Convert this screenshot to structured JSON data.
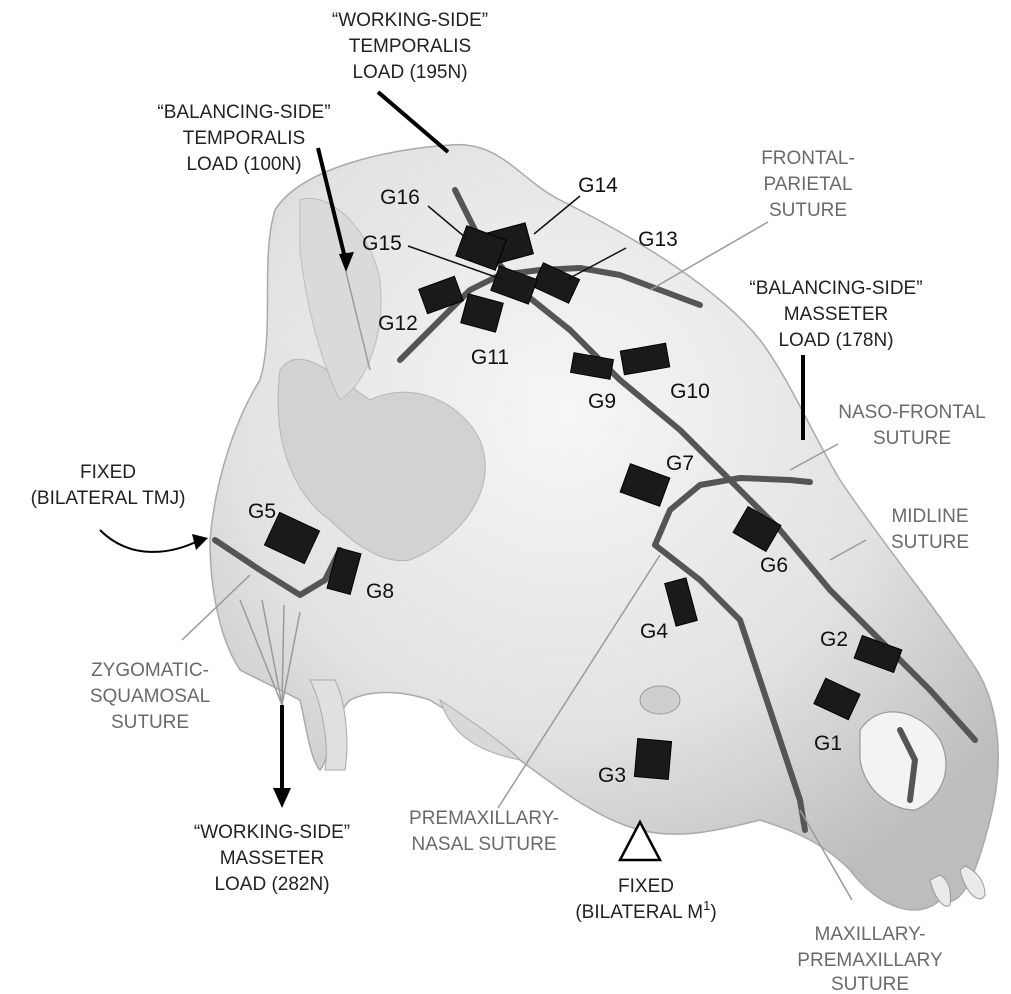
{
  "loads": {
    "working_temporalis": [
      "“WORKING-SIDE”",
      "TEMPORALIS",
      "LOAD (195N)"
    ],
    "balancing_temporalis": [
      "“BALANCING-SIDE”",
      "TEMPORALIS",
      "LOAD (100N)"
    ],
    "balancing_masseter": [
      "“BALANCING-SIDE”",
      "MASSETER",
      "LOAD (178N)"
    ],
    "working_masseter": [
      "“WORKING-SIDE”",
      "MASSETER",
      "LOAD (282N)"
    ]
  },
  "fixed": {
    "tmj": [
      "FIXED",
      "(BILATERAL TMJ)"
    ],
    "m1_line1": "FIXED",
    "m1_line2_prefix": "(BILATERAL M",
    "m1_sup": "1",
    "m1_line2_suffix": ")"
  },
  "sutures": {
    "frontal_parietal": [
      "FRONTAL-",
      "PARIETAL",
      "SUTURE"
    ],
    "naso_frontal": [
      "NASO-FRONTAL",
      "SUTURE"
    ],
    "midline": [
      "MIDLINE",
      "SUTURE"
    ],
    "zygomatic_squamosal": [
      "ZYGOMATIC-",
      "SQUAMOSAL",
      "SUTURE"
    ],
    "premaxillary_nasal": [
      "PREMAXILLARY-",
      "NASAL SUTURE"
    ],
    "maxillary_premaxillary": [
      "MAXILLARY-",
      "PREMAXILLARY",
      "SUTURE"
    ]
  },
  "gauges": {
    "G1": "G1",
    "G2": "G2",
    "G3": "G3",
    "G4": "G4",
    "G5": "G5",
    "G6": "G6",
    "G7": "G7",
    "G8": "G8",
    "G9": "G9",
    "G10": "G10",
    "G11": "G11",
    "G12": "G12",
    "G13": "G13",
    "G14": "G14",
    "G15": "G15",
    "G16": "G16"
  },
  "colors": {
    "skull": "#e6e6e6",
    "suture": "#555555",
    "gauge": "#1a1a1a",
    "label_gray": "#6a6a6a"
  }
}
